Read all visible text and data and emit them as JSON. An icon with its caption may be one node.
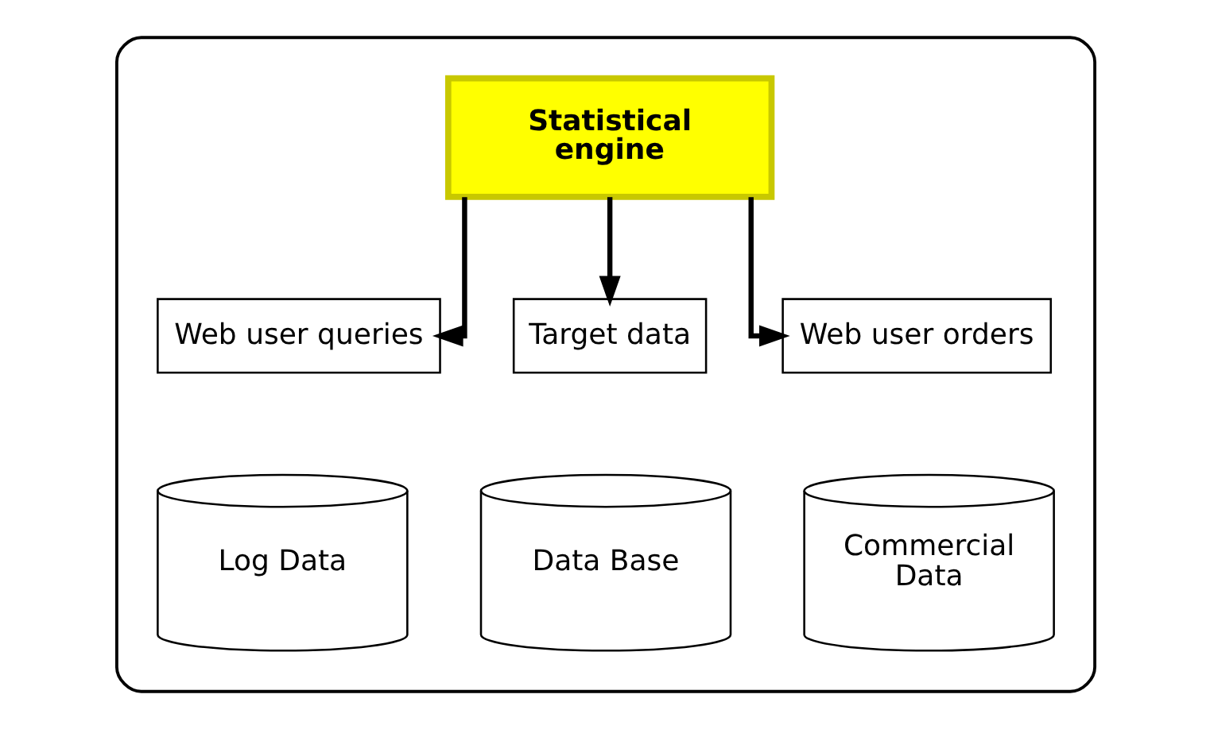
{
  "diagram": {
    "nodes": [
      {
        "text": [],
        "shape": "box"
      },
      {
        "text": [
          "Statistical engine"
        ],
        "in": 0
      },
      {
        "text": [
          "Web user queries"
        ],
        "in": 0
      },
      {
        "text": [
          "Target data"
        ],
        "in": 0
      },
      {
        "text": [
          "Web user orders"
        ],
        "in": 0
      },
      {
        "text": [
          "Log Data"
        ],
        "in": 0
      },
      {
        "text": [
          "Data Base"
        ],
        "in": 0
      },
      {
        "text": [
          "Commercial Data"
        ],
        "in": 0
      }
    ],
    "edges": [
      {
        "from": 1,
        "to": 2,
        "arrow": "to"
      },
      {
        "from": 1,
        "to": 3,
        "arrow": "to"
      },
      {
        "from": 1,
        "to": 4,
        "arrow": "to"
      }
    ]
  }
}
